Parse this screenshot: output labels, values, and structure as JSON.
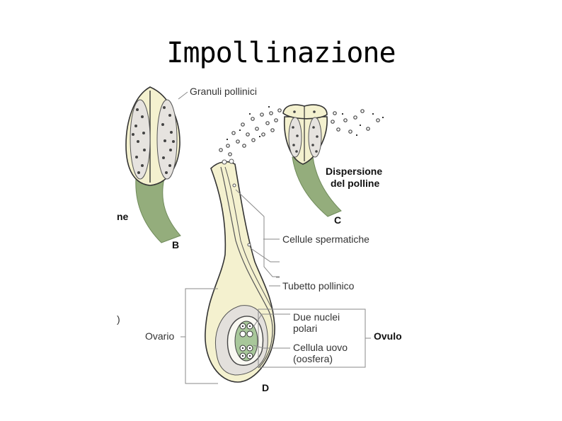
{
  "title": "Impollinazione",
  "labels": {
    "granuli": "Granuli pollinici",
    "dispersione_1": "Dispersione",
    "dispersione_2": "del polline",
    "cellule": "Cellule spermatiche",
    "tubetto": "Tubetto pollinico",
    "due_nuclei_1": "Due nuclei",
    "due_nuclei_2": "polari",
    "cellula_1": "Cellula uovo",
    "cellula_2": "(oosfera)",
    "ovario": "Ovario",
    "ovulo": "Ovulo",
    "partial_left_1": "ne",
    "partial_left_2": ")"
  },
  "panels": {
    "b": "B",
    "c": "C",
    "d": "D"
  },
  "colors": {
    "tissue": "#f4f1cf",
    "stem": "#94ad7c",
    "embryo_sac": "#a8c79a",
    "pollen": "#e6e3df"
  }
}
